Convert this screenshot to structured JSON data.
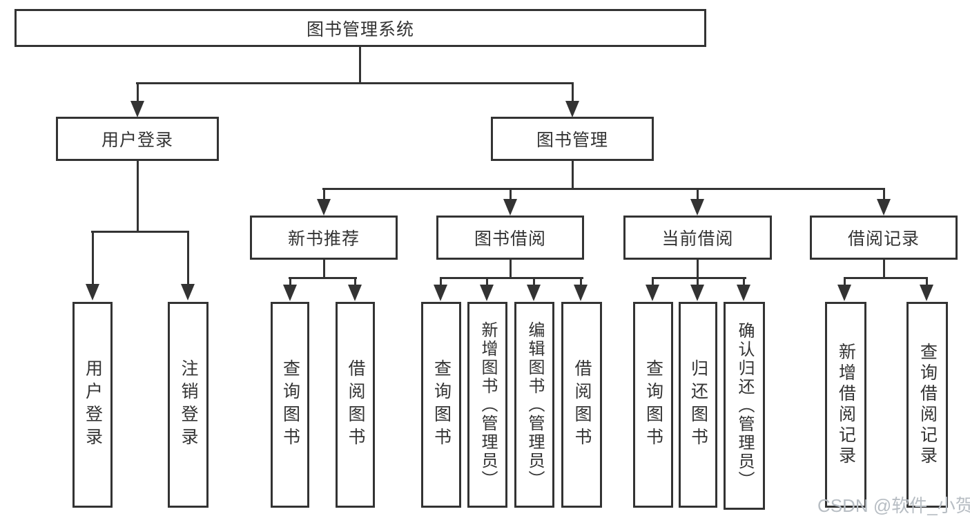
{
  "diagram": {
    "root": {
      "label": "图书管理系统"
    },
    "level2": {
      "user_login": {
        "label": "用户登录"
      },
      "book_management": {
        "label": "图书管理"
      }
    },
    "level3": {
      "new_book_recommend": {
        "label": "新书推荐"
      },
      "book_borrow": {
        "label": "图书借阅"
      },
      "current_borrow": {
        "label": "当前借阅"
      },
      "borrow_records": {
        "label": "借阅记录"
      }
    },
    "leaves": {
      "user_login_children": [
        "用户登录",
        "注销登录"
      ],
      "new_book_children": [
        "查询图书",
        "借阅图书"
      ],
      "book_borrow_children": [
        "查询图书",
        "新增图书（管理员）",
        "编辑图书（管理员）",
        "借阅图书"
      ],
      "current_borrow_children": [
        "查询图书",
        "归还图书",
        "确认归还（管理员）"
      ],
      "borrow_records_children": [
        "新增借阅记录",
        "查询借阅记录"
      ]
    }
  },
  "watermark": {
    "text": "CSDN @软件_小贺同学"
  },
  "colors": {
    "line": "#333333",
    "border": "#333333",
    "text": "#333333",
    "background": "#ffffff",
    "watermark": "#b7bdc3"
  }
}
